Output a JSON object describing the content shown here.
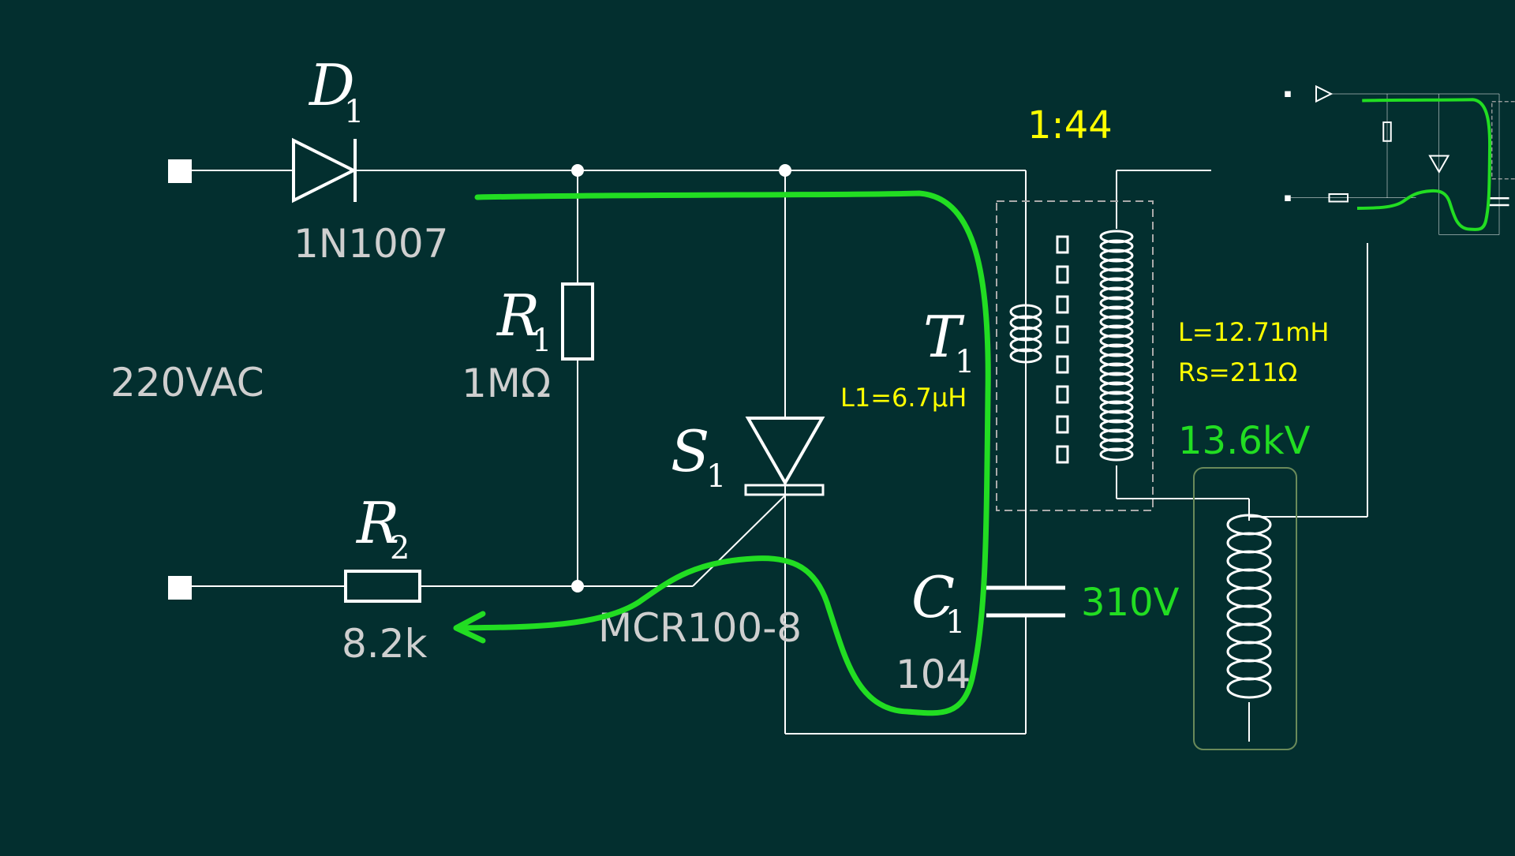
{
  "labels": {
    "d1_letter": "D",
    "d1_sub": "1",
    "d1_part": "1N1007",
    "r1_letter": "R",
    "r1_sub": "1",
    "r1_value": "1MΩ",
    "r2_letter": "R",
    "r2_sub": "2",
    "r2_value": "8.2k",
    "source": "220VAC",
    "s1_letter": "S",
    "s1_sub": "1",
    "s1_part": "MCR100-8",
    "t1_letter": "T",
    "t1_sub": "1",
    "t1_l1": "L1=6.7μH",
    "c1_letter": "C",
    "c1_sub": "1",
    "c1_code": "104",
    "c1_voltage": "310V",
    "ratio": "1:44",
    "sec_l": "L=12.71mH",
    "sec_rs": "Rs=211Ω",
    "output_voltage": "13.6kV"
  },
  "colors": {
    "background": "#032f2f",
    "wire": "#ffffff",
    "label_gray": "#cfcfcf",
    "yellow": "#ffff00",
    "green_text": "#22dd22",
    "current_path": "#22dd22",
    "green_box": "#6a8a5a"
  }
}
